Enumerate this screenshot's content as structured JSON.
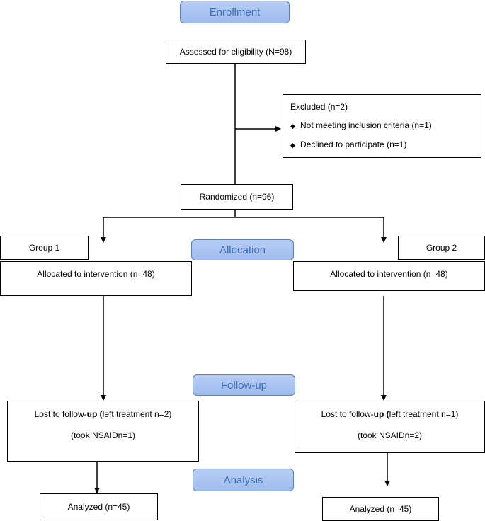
{
  "stages": {
    "enrollment": "Enrollment",
    "allocation": "Allocation",
    "followup": "Follow-up",
    "analysis": "Analysis"
  },
  "assessed": "Assessed for eligibility (N=98)",
  "excluded": {
    "title": "Excluded (n=2)",
    "items": [
      "Not meeting inclusion criteria (n=1)",
      "Declined to participate (n=1)"
    ],
    "bullet": "◆"
  },
  "randomized": "Randomized (n=96)",
  "group1": {
    "label": "Group 1",
    "allocated": "Allocated to intervention (n=48)",
    "lost_prefix": "Lost to follow-",
    "lost_up": "up (",
    "lost_suffix": "left treatment n=2)",
    "nsaid": "(took NSAIDn=1)",
    "analyzed": "Analyzed (n=45)"
  },
  "group2": {
    "label": "Group 2",
    "allocated": "Allocated to intervention (n=48)",
    "lost_prefix": "Lost to follow-",
    "lost_up": "up (",
    "lost_suffix": "left treatment n=1)",
    "nsaid": "(took NSAIDn=2)",
    "analyzed": "Analyzed (n=45)"
  }
}
